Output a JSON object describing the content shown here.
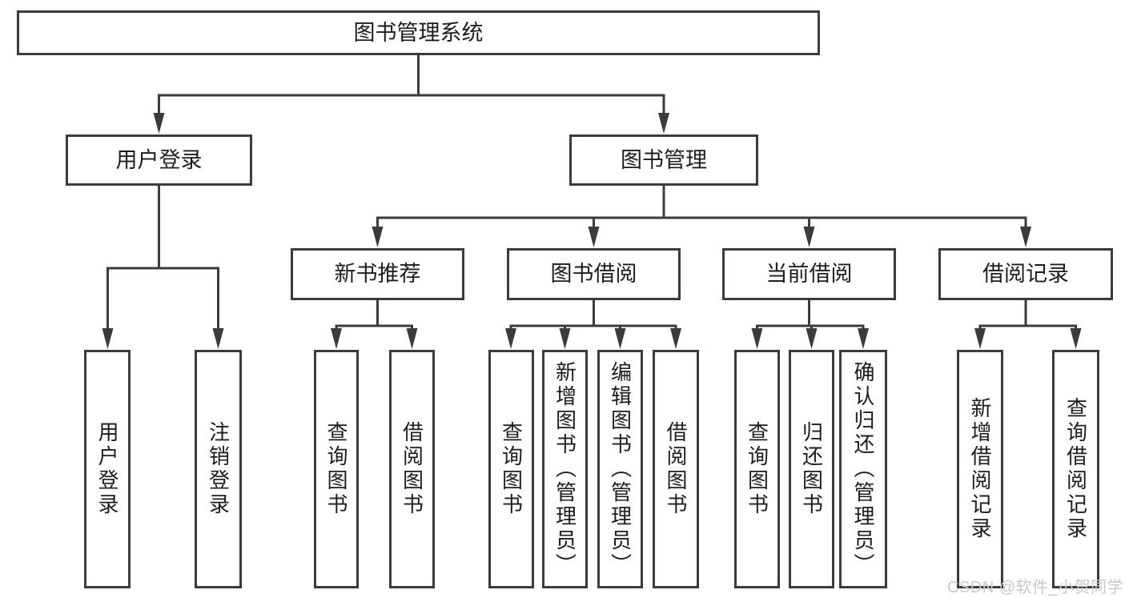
{
  "diagram": {
    "root": {
      "label": "图书管理系统"
    },
    "level2": [
      {
        "label": "用户登录",
        "children": [
          {
            "label": "用户登录"
          },
          {
            "label": "注销登录"
          }
        ]
      },
      {
        "label": "图书管理",
        "children": [
          {
            "label": "新书推荐",
            "children": [
              {
                "label": "查询图书"
              },
              {
                "label": "借阅图书"
              }
            ]
          },
          {
            "label": "图书借阅",
            "children": [
              {
                "label": "查询图书"
              },
              {
                "label": "新增图书（管理员）"
              },
              {
                "label": "编辑图书（管理员）"
              },
              {
                "label": "借阅图书"
              }
            ]
          },
          {
            "label": "当前借阅",
            "children": [
              {
                "label": "查询图书"
              },
              {
                "label": "归还图书"
              },
              {
                "label": "确认归还（管理员）"
              }
            ]
          },
          {
            "label": "借阅记录",
            "children": [
              {
                "label": "新增借阅记录"
              },
              {
                "label": "查询借阅记录"
              }
            ]
          }
        ]
      }
    ]
  },
  "watermark": "CSDN @软件_小贺同学",
  "colors": {
    "line": "#3b3b3b",
    "text": "#1d1d1d",
    "watermark": "#c8c8c8",
    "background": "#ffffff"
  }
}
